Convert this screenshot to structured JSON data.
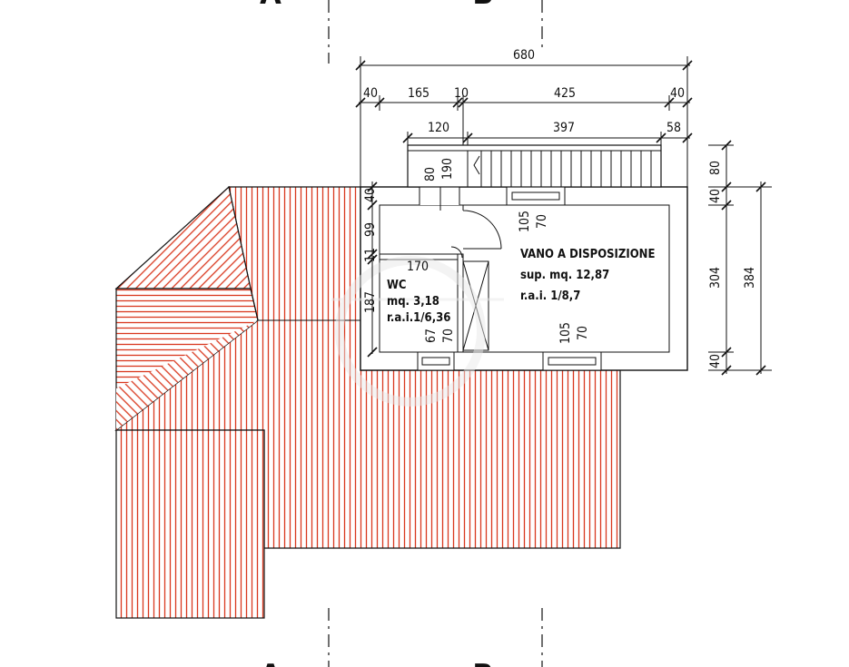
{
  "colors": {
    "roof_hatch": "#d9381e",
    "line": "#111111",
    "watermark": "#e9e9e9"
  },
  "section_marks": {
    "left": "A",
    "right": "B"
  },
  "top_dimensions": {
    "overall": "680",
    "row2": [
      "40",
      "165",
      "10",
      "425",
      "40"
    ],
    "row3": [
      "120",
      "397",
      "58"
    ]
  },
  "opening_dimensions": {
    "top_door_width": "80",
    "top_door_height": "190",
    "top_window_width": "105",
    "top_window_height": "70",
    "bottom_window_width": "105",
    "bottom_window_height": "70",
    "wc_window_width": "67",
    "wc_window_height": "70"
  },
  "left_dimensions": [
    "40",
    "99",
    "11",
    "170",
    "187"
  ],
  "right_dimensions": {
    "inner": [
      "80",
      "40",
      "304",
      "40"
    ],
    "overall": "384"
  },
  "rooms": [
    {
      "name": "VANO A DISPOSIZIONE",
      "area": "sup. mq. 12,87",
      "rai": "r.a.i.   1/8,7"
    },
    {
      "name": "WC",
      "area": "mq. 3,18",
      "rai": "r.a.i.1/6,36"
    }
  ]
}
